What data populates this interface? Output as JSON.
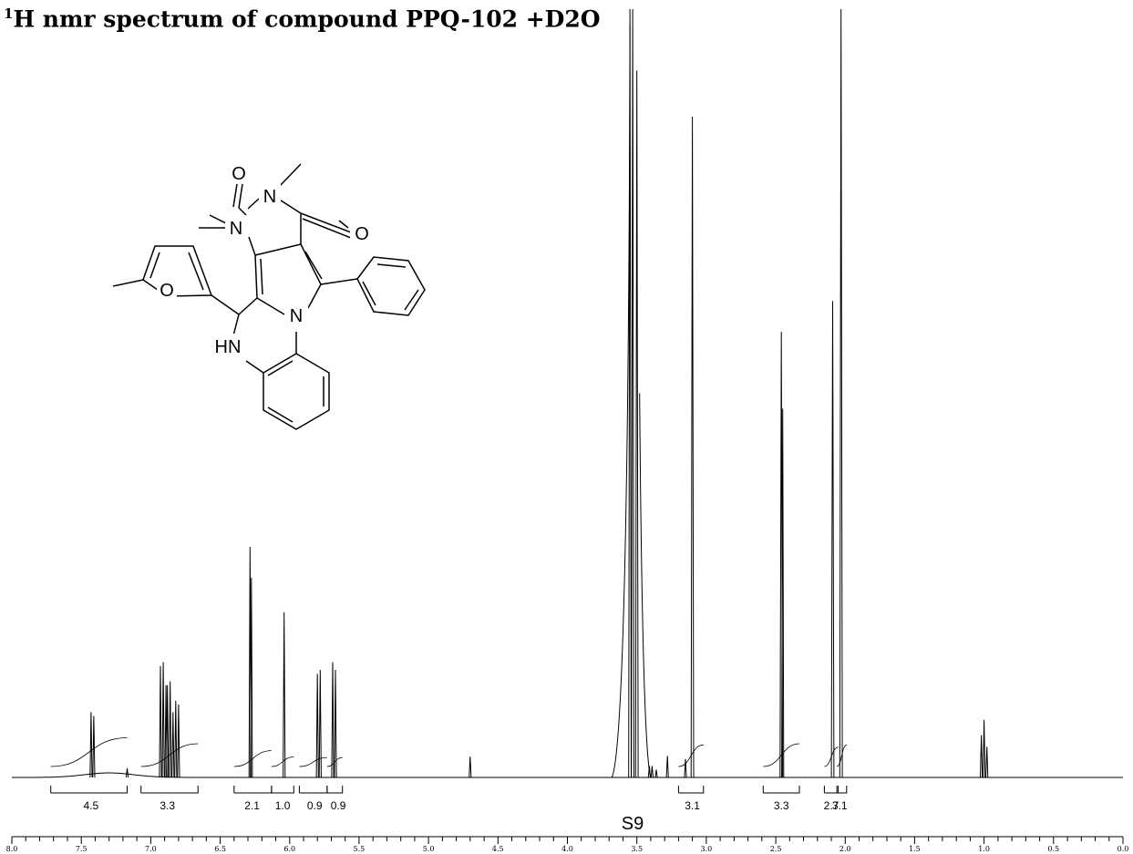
{
  "title": {
    "superscript": "1",
    "main": "H nmr spectrum of compound PPQ-102 +D2O"
  },
  "page_label": "S9",
  "structure": {
    "atoms": {
      "o_top": "O",
      "n_top": "N",
      "n_left": "N",
      "o_right": "O",
      "o_furan": "O",
      "n_mid": "N",
      "hn": "HN"
    }
  },
  "chart_data": {
    "type": "line",
    "subtype": "nmr-spectrum",
    "title": "1H nmr spectrum of compound PPQ-102 +D2O",
    "xlabel": "",
    "ylabel": "",
    "x_axis": {
      "reversed": true,
      "xlim": [
        8.0,
        0.0
      ],
      "major_ticks": [
        8.0,
        7.5,
        7.0,
        6.5,
        6.0,
        5.5,
        5.0,
        4.5,
        4.0,
        3.5,
        3.0,
        2.5,
        2.0,
        1.5,
        1.0,
        0.5,
        0.0
      ],
      "tick_labels": [
        "8.0",
        "7.5",
        "7.0",
        "6.5",
        "6.0",
        "5.5",
        "5.0",
        "4.5",
        "4.0",
        "3.5",
        "3.0",
        "2.5",
        "2.0",
        "1.5",
        "1.0",
        "0.5",
        "0.0"
      ],
      "minor_step": 0.1
    },
    "grid": false,
    "peaks": [
      {
        "ppm": 7.43,
        "height": 0.085
      },
      {
        "ppm": 7.41,
        "height": 0.08
      },
      {
        "ppm": 7.17,
        "height": 0.012
      },
      {
        "ppm": 6.93,
        "height": 0.145
      },
      {
        "ppm": 6.91,
        "height": 0.15
      },
      {
        "ppm": 6.89,
        "height": 0.12
      },
      {
        "ppm": 6.88,
        "height": 0.12
      },
      {
        "ppm": 6.86,
        "height": 0.125
      },
      {
        "ppm": 6.84,
        "height": 0.085
      },
      {
        "ppm": 6.82,
        "height": 0.1
      },
      {
        "ppm": 6.8,
        "height": 0.095
      },
      {
        "ppm": 6.285,
        "height": 0.3
      },
      {
        "ppm": 6.275,
        "height": 0.26
      },
      {
        "ppm": 6.04,
        "height": 0.215
      },
      {
        "ppm": 5.8,
        "height": 0.135
      },
      {
        "ppm": 5.78,
        "height": 0.14
      },
      {
        "ppm": 5.69,
        "height": 0.15
      },
      {
        "ppm": 5.67,
        "height": 0.14
      },
      {
        "ppm": 4.7,
        "height": 0.027
      },
      {
        "ppm": 3.55,
        "height": 1.0
      },
      {
        "ppm": 3.53,
        "height": 1.0
      },
      {
        "ppm": 3.5,
        "height": 0.92
      },
      {
        "ppm": 3.41,
        "height": 0.015
      },
      {
        "ppm": 3.39,
        "height": 0.015
      },
      {
        "ppm": 3.36,
        "height": 0.01
      },
      {
        "ppm": 3.28,
        "height": 0.028
      },
      {
        "ppm": 3.15,
        "height": 0.024
      },
      {
        "ppm": 3.1,
        "height": 0.86
      },
      {
        "ppm": 2.46,
        "height": 0.58
      },
      {
        "ppm": 2.45,
        "height": 0.48
      },
      {
        "ppm": 2.09,
        "height": 0.62
      },
      {
        "ppm": 2.03,
        "height": 1.0
      },
      {
        "ppm": 1.02,
        "height": 0.055
      },
      {
        "ppm": 1.0,
        "height": 0.075
      },
      {
        "ppm": 0.98,
        "height": 0.04
      }
    ],
    "integrals": [
      {
        "from": 7.72,
        "to": 7.17,
        "value": "4.5",
        "label_at": 7.43
      },
      {
        "from": 7.07,
        "to": 6.66,
        "value": "3.3",
        "label_at": 6.88
      },
      {
        "from": 6.4,
        "to": 6.13,
        "value": "2.1",
        "label_at": 6.27
      },
      {
        "from": 6.13,
        "to": 5.97,
        "value": "1.0",
        "label_at": 6.05
      },
      {
        "from": 5.93,
        "to": 5.73,
        "value": "0.9",
        "label_at": 5.82
      },
      {
        "from": 5.73,
        "to": 5.62,
        "value": "0.9",
        "label_at": 5.65
      },
      {
        "from": 3.2,
        "to": 3.02,
        "value": "3.1",
        "label_at": 3.1
      },
      {
        "from": 2.59,
        "to": 2.33,
        "value": "3.3",
        "label_at": 2.46
      },
      {
        "from": 2.15,
        "to": 2.05,
        "value": "2.7",
        "label_at": 2.1
      },
      {
        "from": 2.06,
        "to": 1.99,
        "value": "3.1",
        "label_at": 2.04
      }
    ]
  }
}
